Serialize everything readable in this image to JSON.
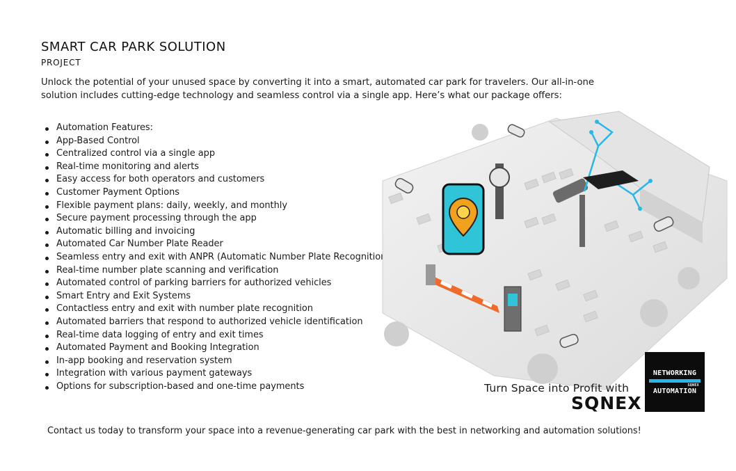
{
  "header": {
    "title": "SMART CAR PARK SOLUTION",
    "subtitle": "PROJECT"
  },
  "intro": "Unlock the potential of your unused space by converting it into a smart, automated car park for travelers. Our all-in-one solution includes cutting-edge technology and seamless control via a single app. Here’s what our package offers:",
  "features": [
    "Automation Features:",
    "App-Based Control",
    "Centralized control via a single app",
    "Real-time monitoring and alerts",
    "Easy access for both operators and customers",
    "Customer Payment Options",
    "Flexible payment plans: daily, weekly, and monthly",
    "Secure payment processing through the app",
    "Automatic billing and invoicing",
    "Automated Car Number Plate Reader",
    "Seamless entry and exit with ANPR (Automatic Number Plate Recognition)",
    "Real-time number plate scanning and verification",
    "Automated control of parking barriers for authorized vehicles",
    "Smart Entry and Exit Systems",
    "Contactless entry and exit with number plate recognition",
    "Automated barriers that respond to authorized vehicle identification",
    "Real-time data logging of entry and exit times",
    "Automated Payment and Booking Integration",
    "In-app booking and reservation system",
    "Integration with various payment gateways",
    "Options for subscription-based and one-time payments"
  ],
  "tagline": "Turn Space into Profit with",
  "brand": "SQNEX",
  "logo": {
    "line1": "NETWORKING",
    "small": "SQNEX",
    "line2": "AUTOMATION"
  },
  "contact": "Contact us today to transform your space into a revenue-generating car park with the best in networking and automation solutions!",
  "colors": {
    "accent": "#29b6e8",
    "phone": "#2fc4d8",
    "pin": "#f2a11c",
    "barrier": "#f06a2a"
  }
}
